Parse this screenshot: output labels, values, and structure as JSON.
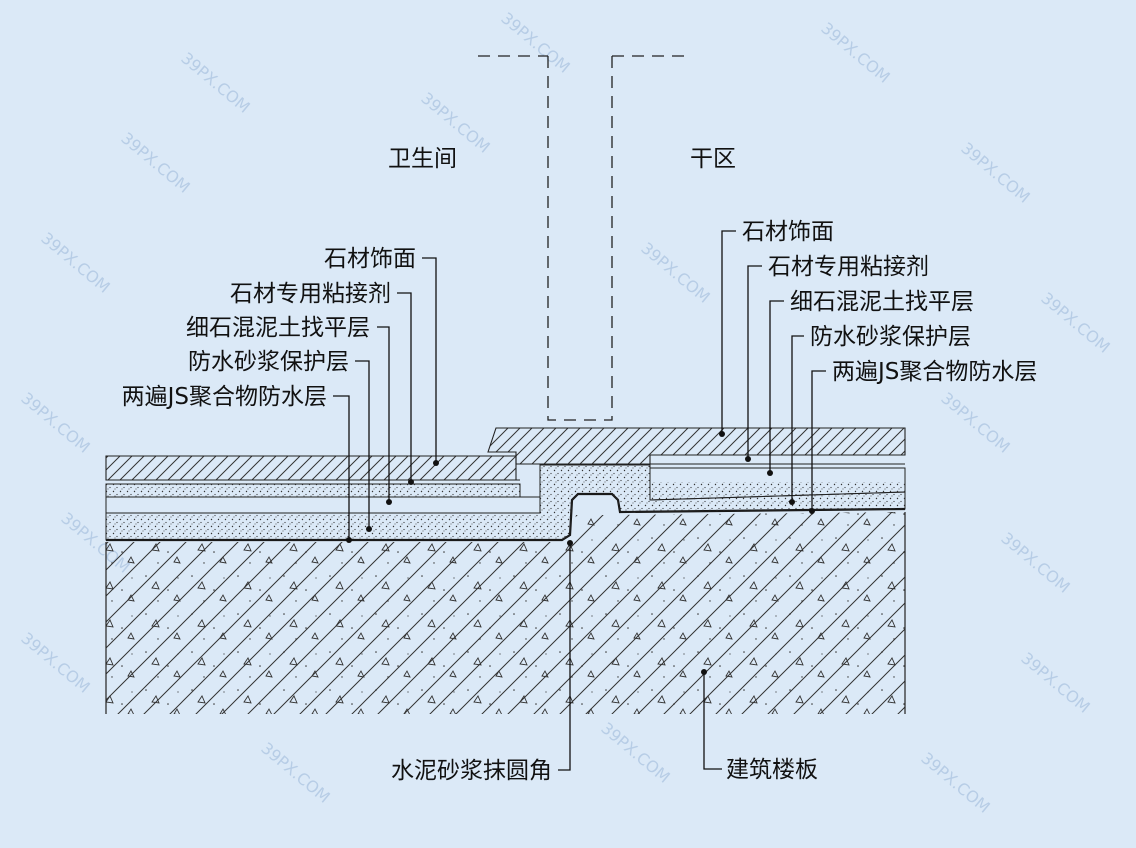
{
  "diagram": {
    "rooms": {
      "left": "卫生间",
      "right": "干区"
    },
    "left_layers": [
      "石材饰面",
      "石材专用粘接剂",
      "细石混泥土找平层",
      "防水砂浆保护层",
      "两遍JS聚合物防水层"
    ],
    "right_layers": [
      "石材饰面",
      "石材专用粘接剂",
      "细石混泥土找平层",
      "防水砂浆保护层",
      "两遍JS聚合物防水层"
    ],
    "bottom_labels": {
      "fillet": "水泥砂浆抹圆角",
      "slab": "建筑楼板"
    },
    "watermark": "39PX.COM",
    "colors": {
      "background": "#dbe9f7",
      "line": "#222222"
    }
  }
}
